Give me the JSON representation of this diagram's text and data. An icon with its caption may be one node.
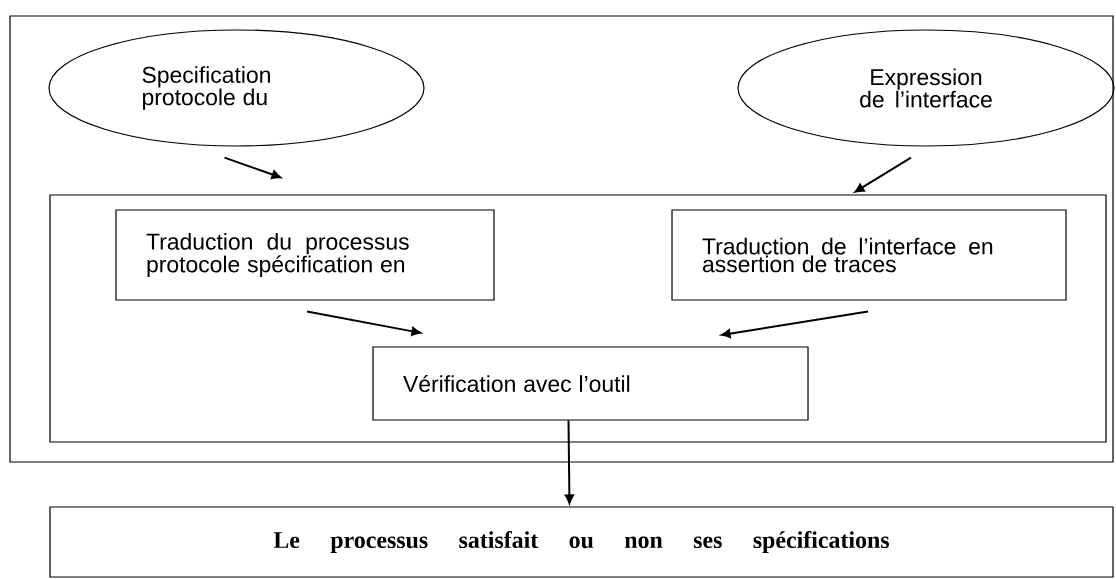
{
  "diagram": {
    "nodes": [
      {
        "text": [],
        "shape": "box"
      },
      {
        "text": [
          "Specification protocole du"
        ],
        "in": 0
      },
      {
        "text": [
          "Expression  de l’interface"
        ],
        "in": 0
      },
      {
        "text": [],
        "shape": "box",
        "in": 0
      },
      {
        "text": [
          "Traduction du processus protocole spécification en"
        ],
        "in": 3
      },
      {
        "text": [
          "Traduction de l’interface en assertion  de traces"
        ],
        "in": 3
      },
      {
        "text": [
          "Vérification  avec l’outil"
        ],
        "in": 3
      },
      {
        "text": [
          "Le processus satisfait ou non ses spécifications"
        ]
      }
    ],
    "edges": [
      {
        "from": 1,
        "to": 3,
        "arrow": "to"
      },
      {
        "from": 2,
        "to": 3,
        "arrow": "to"
      },
      {
        "from": 4,
        "to": 6,
        "arrow": "to"
      },
      {
        "from": 5,
        "to": 6,
        "arrow": "to"
      },
      {
        "from": 6,
        "to": 7,
        "arrow": "to"
      }
    ]
  }
}
